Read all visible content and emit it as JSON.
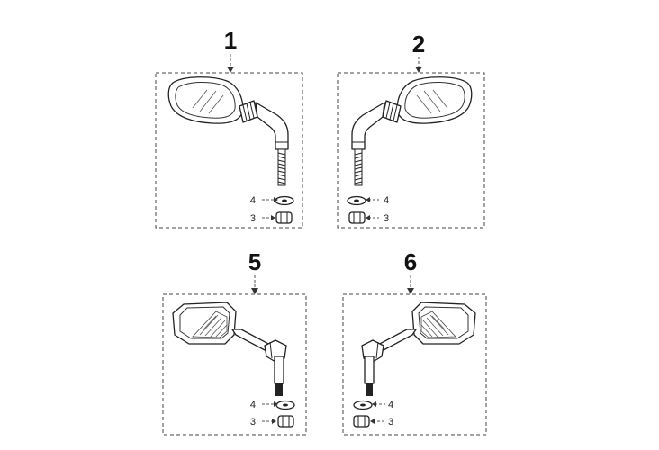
{
  "assemblies": [
    {
      "number": "1",
      "parts": [
        {
          "number": "4"
        },
        {
          "number": "3"
        }
      ]
    },
    {
      "number": "2",
      "parts": [
        {
          "number": "4"
        },
        {
          "number": "3"
        }
      ]
    },
    {
      "number": "5",
      "parts": [
        {
          "number": "4"
        },
        {
          "number": "3"
        }
      ]
    },
    {
      "number": "6",
      "parts": [
        {
          "number": "4"
        },
        {
          "number": "3"
        }
      ]
    }
  ]
}
